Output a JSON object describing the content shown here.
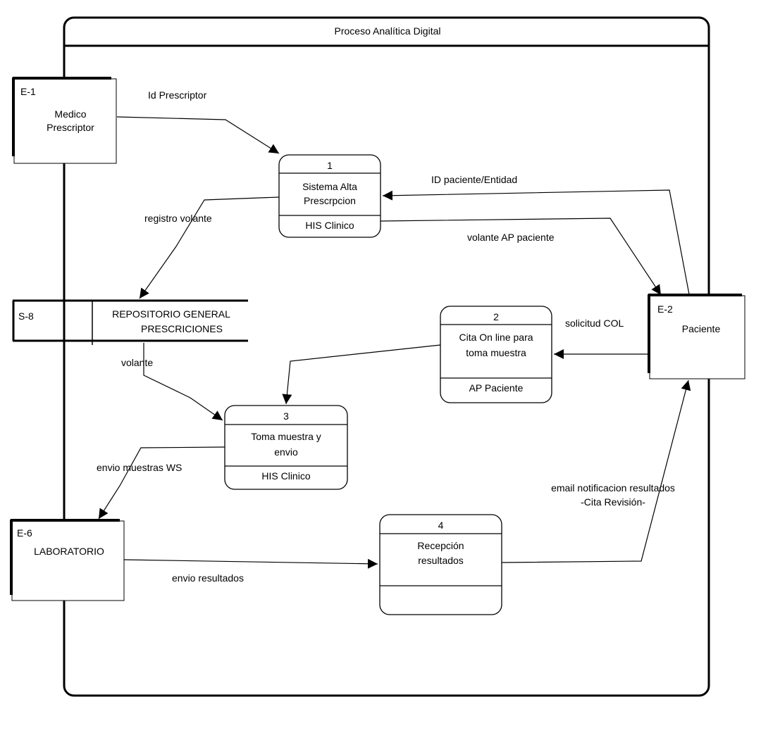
{
  "frame": {
    "title": "Proceso Analítica Digital"
  },
  "entities": {
    "e1": {
      "id": "E-1",
      "name_line1": "Medico",
      "name_line2": "Prescriptor"
    },
    "e2": {
      "id": "E-2",
      "name": "Paciente"
    },
    "e6": {
      "id": "E-6",
      "name": "LABORATORIO"
    }
  },
  "store": {
    "id": "S-8",
    "name_line1": "REPOSITORIO GENERAL",
    "name_line2": "PRESCRICIONES"
  },
  "processes": {
    "p1": {
      "number": "1",
      "line1": "Sistema Alta",
      "line2": "Prescrpcion",
      "location": "HIS Clinico"
    },
    "p2": {
      "number": "2",
      "line1": "Cita On line para",
      "line2": "toma muestra",
      "location": "AP Paciente"
    },
    "p3": {
      "number": "3",
      "line1": "Toma muestra y",
      "line2": "envio",
      "location": "HIS Clinico"
    },
    "p4": {
      "number": "4",
      "line1": "Recepción",
      "line2": "resultados",
      "location": ""
    }
  },
  "flows": {
    "id_prescriptor": "Id Prescriptor",
    "id_paciente": "ID paciente/Entidad",
    "volante_ap": "volante AP paciente",
    "registro_volante": "registro volante",
    "solicitud_col": "solicitud COL",
    "volante": "volante",
    "envio_muestras": "envio muestras WS",
    "envio_resultados": "envio resultados",
    "email_line1": "email notificacion resultados",
    "email_line2": "-Cita Revisión-"
  }
}
